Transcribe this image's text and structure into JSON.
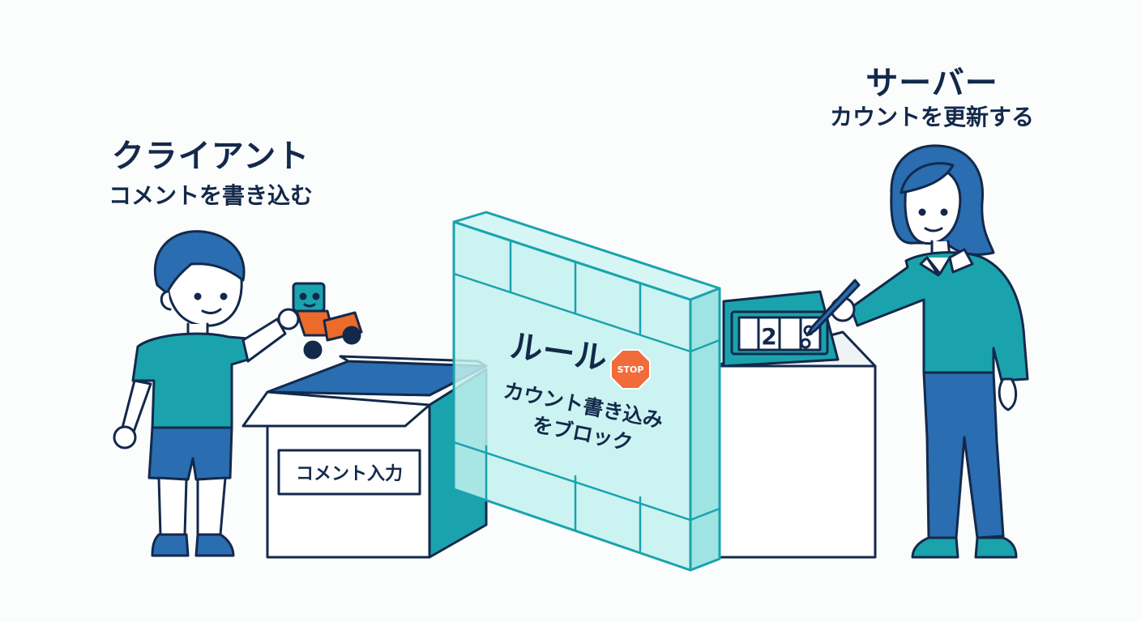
{
  "client": {
    "title": "クライアント",
    "subtitle": "コメントを書き込む"
  },
  "server": {
    "title": "サーバー",
    "subtitle": "カウントを更新する"
  },
  "box": {
    "label": "コメント入力"
  },
  "wall": {
    "title": "ルール",
    "stop_sign": "STOP",
    "line1": "カウント書き込み",
    "line2": "をブロック"
  },
  "counter": {
    "digit": "2"
  },
  "colors": {
    "outline": "#13294b",
    "teal": "#1aa3ad",
    "blue": "#2a6db0",
    "orange": "#ec6a2a",
    "glass": "#bff0ef",
    "stop": "#f26b3a"
  }
}
